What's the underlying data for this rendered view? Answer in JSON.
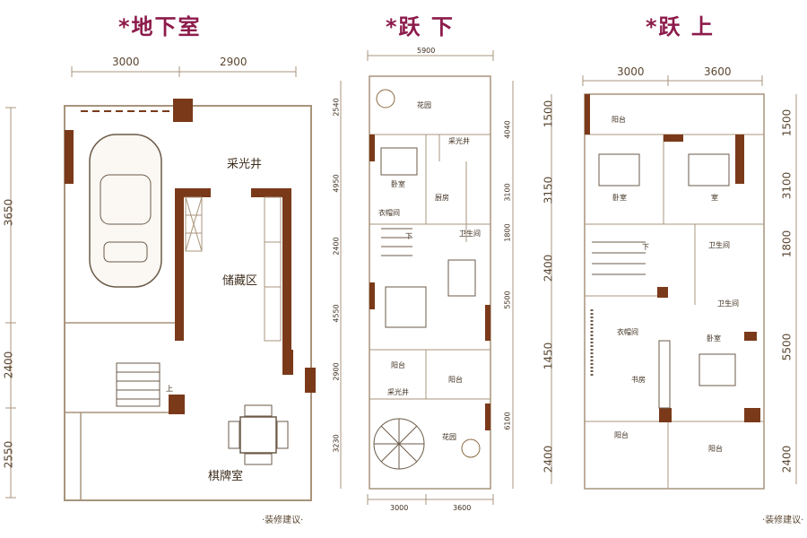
{
  "plans": [
    {
      "title": "*地下室",
      "top_dims": [
        "3000",
        "2900"
      ],
      "left_dims": [
        "3650",
        "2400",
        "2550"
      ],
      "rooms": {
        "skylight": "采光井",
        "storage": "储藏区",
        "stairs_up": "上",
        "chess": "棋牌室"
      }
    },
    {
      "title": "*跃 下",
      "top_dims": [
        "5900"
      ],
      "bottom_dims": [
        "3000",
        "3600"
      ],
      "left_dims": [
        "2540",
        "4950",
        "2400",
        "4550",
        "2900",
        "3230"
      ],
      "right_dims": [
        "4040",
        "3100",
        "1800",
        "5500",
        "6100"
      ],
      "rooms": {
        "garden_top": "花园",
        "skylight": "采光井",
        "bedroom": "卧室",
        "kitchen": "厨房",
        "closet": "衣帽间",
        "bath": "卫生间",
        "stairs_down": "下",
        "balcony_left": "阳台",
        "balcony_right": "阳台",
        "skylight_2": "采光井",
        "garden_bottom": "花园"
      }
    },
    {
      "title": "*跃 上",
      "top_dims": [
        "3000",
        "3600"
      ],
      "left_dims": [
        "1500",
        "3150",
        "2400",
        "1450",
        "2400"
      ],
      "right_dims": [
        "1500",
        "3100",
        "1800",
        "5500",
        "2400"
      ],
      "rooms": {
        "balcony_top": "阳台",
        "bedroom_left": "卧室",
        "bedroom_right": "室",
        "stairs_down": "下",
        "bath_1": "卫生间",
        "bath_2": "卫生间",
        "closet": "衣帽间",
        "study": "书房",
        "bedroom_master": "卧室",
        "balcony_bl": "阳台",
        "balcony_br": "阳台"
      }
    }
  ],
  "footer_note": "·装修建议·",
  "colors": {
    "wall": "#7a3a1a",
    "line": "#a8947c",
    "title": "#8c1b4b"
  }
}
